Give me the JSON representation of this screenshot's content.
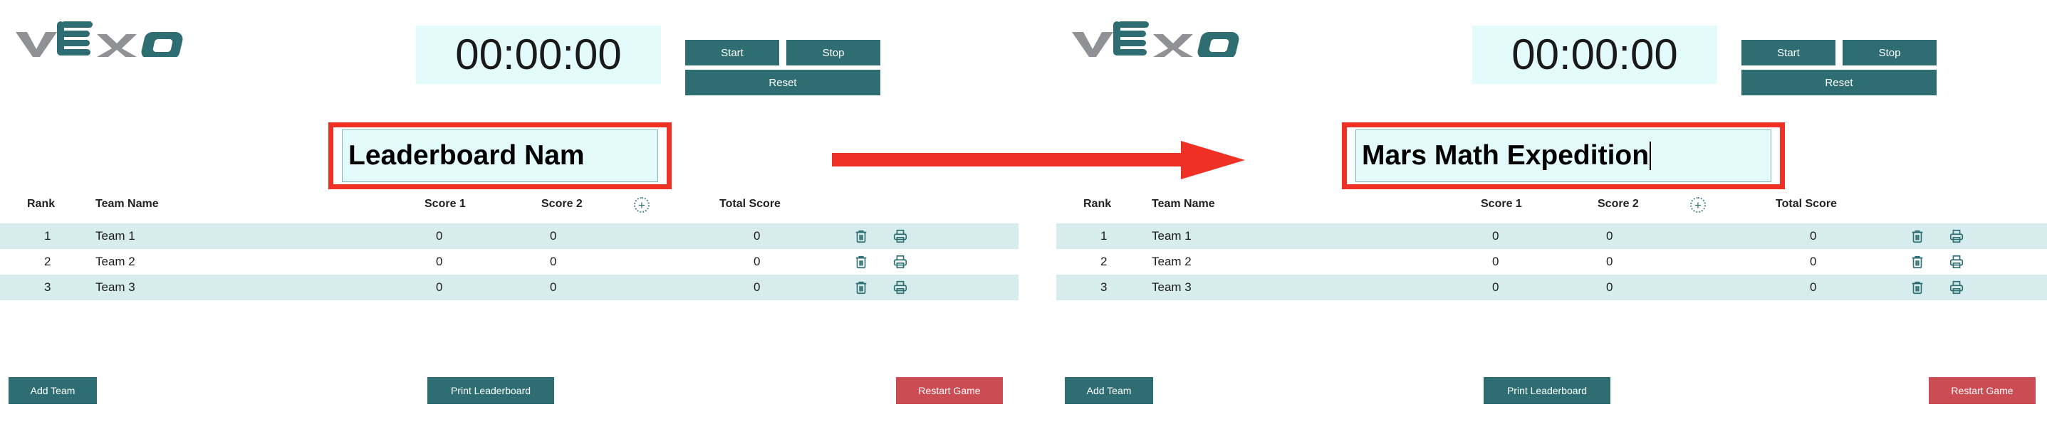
{
  "brand": {
    "logo_text_v": "v",
    "logo_text_e": "E",
    "logo_text_x": "x",
    "logo_text_go": "GO",
    "logo_name": "VEX GO",
    "teal": "#2e6e73",
    "gray": "#8f9194",
    "red": "#ee3124",
    "row_tint": "#d7ecec",
    "field_bg": "#e4fbfb",
    "restart_red": "#cc4c53"
  },
  "annotation": {
    "arrow_name": "transition-arrow",
    "arrow_color": "#ee3124",
    "highlight_color": "#ee3124"
  },
  "left": {
    "timer": {
      "value": "00:00:00"
    },
    "controls": {
      "start": "Start",
      "stop": "Stop",
      "reset": "Reset"
    },
    "leaderboard_name": {
      "value": "Leaderboard Nam",
      "placeholder": "Leaderboard Name",
      "caret": false
    },
    "table": {
      "headers": {
        "rank": "Rank",
        "team_name": "Team Name",
        "score1": "Score 1",
        "score2": "Score 2",
        "add_column": "+",
        "total_score": "Total Score"
      },
      "rows": [
        {
          "rank": "1",
          "team": "Team 1",
          "score1": "0",
          "score2": "0",
          "total": "0"
        },
        {
          "rank": "2",
          "team": "Team 2",
          "score1": "0",
          "score2": "0",
          "total": "0"
        },
        {
          "rank": "3",
          "team": "Team 3",
          "score1": "0",
          "score2": "0",
          "total": "0"
        }
      ]
    },
    "actions": {
      "add_team": "Add Team",
      "print_leaderboard": "Print Leaderboard",
      "restart_game": "Restart Game"
    }
  },
  "right": {
    "timer": {
      "value": "00:00:00"
    },
    "controls": {
      "start": "Start",
      "stop": "Stop",
      "reset": "Reset"
    },
    "leaderboard_name": {
      "value": "Mars Math Expedition",
      "placeholder": "Leaderboard Name",
      "caret": true
    },
    "table": {
      "headers": {
        "rank": "Rank",
        "team_name": "Team Name",
        "score1": "Score 1",
        "score2": "Score 2",
        "add_column": "+",
        "total_score": "Total Score"
      },
      "rows": [
        {
          "rank": "1",
          "team": "Team 1",
          "score1": "0",
          "score2": "0",
          "total": "0"
        },
        {
          "rank": "2",
          "team": "Team 2",
          "score1": "0",
          "score2": "0",
          "total": "0"
        },
        {
          "rank": "3",
          "team": "Team 3",
          "score1": "0",
          "score2": "0",
          "total": "0"
        }
      ]
    },
    "actions": {
      "add_team": "Add Team",
      "print_leaderboard": "Print Leaderboard",
      "restart_game": "Restart Game"
    }
  }
}
